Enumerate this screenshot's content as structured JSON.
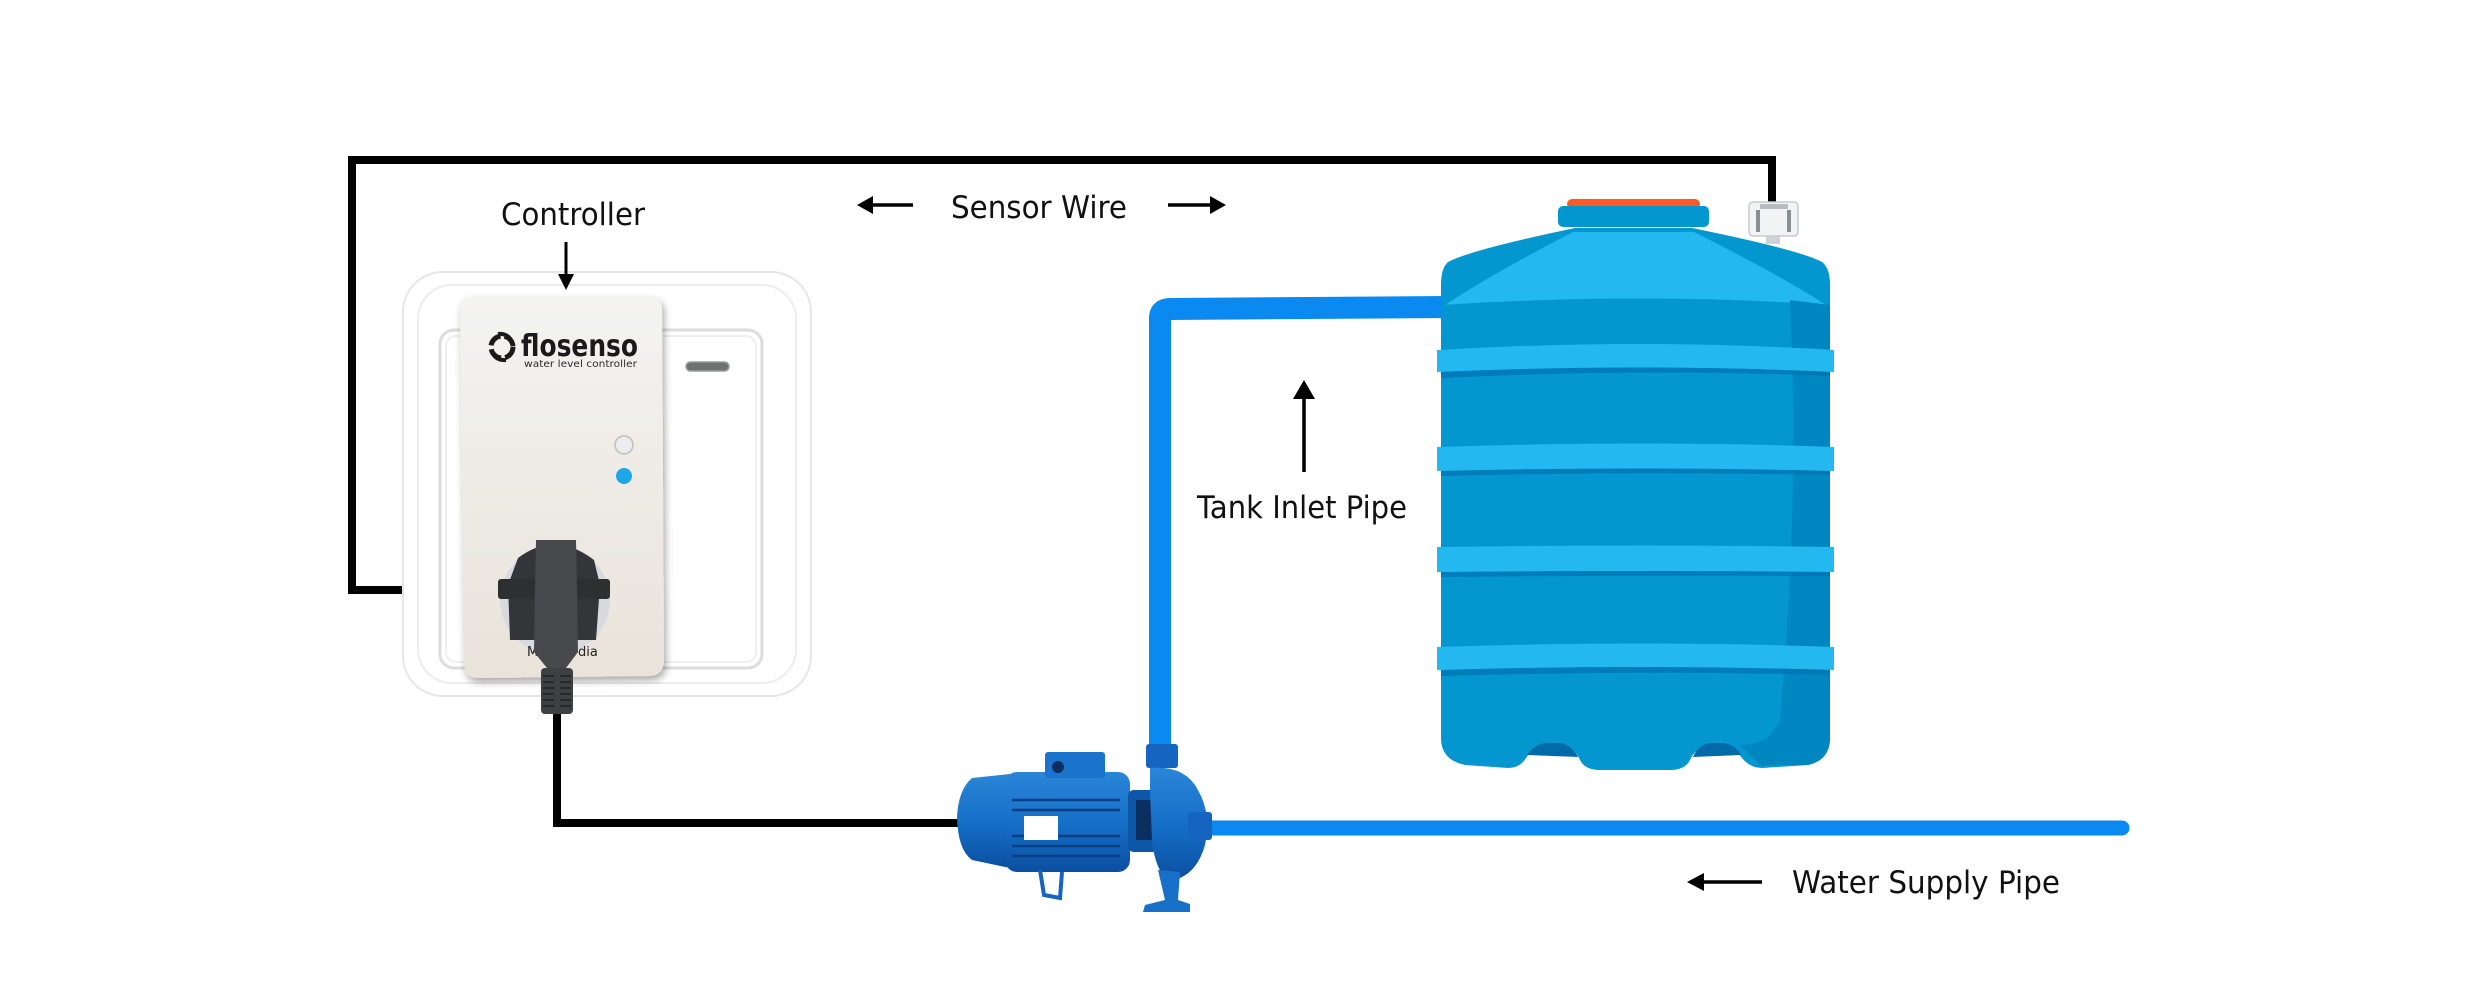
{
  "diagram": {
    "title": "Water level controller installation",
    "labels": {
      "controller": "Controller",
      "sensor_wire": "Sensor Wire",
      "tank_inlet_pipe": "Tank Inlet Pipe",
      "water_supply_pipe": "Water Supply Pipe"
    },
    "controller_device": {
      "brand": "flosenso",
      "tagline": "water level controller",
      "made_in_text": "Made in India",
      "made_in_visible_left": "M",
      "made_in_visible_right": "dia",
      "logo_icon": "flosenso-swirl-logo",
      "leds": [
        {
          "name": "white-button",
          "color": "#e9e9e9"
        },
        {
          "name": "status-led",
          "color": "#1ea6e8"
        }
      ]
    },
    "components": [
      {
        "id": "controller",
        "icon": "controller-plug-device"
      },
      {
        "id": "water-tank",
        "icon": "water-tank"
      },
      {
        "id": "level-sensor",
        "icon": "float-sensor"
      },
      {
        "id": "pump",
        "icon": "centrifugal-pump"
      },
      {
        "id": "wall-switch",
        "icon": "wall-switch-plate"
      }
    ],
    "arrows": {
      "controller": "down",
      "sensor_wire": [
        "left",
        "right"
      ],
      "tank_inlet_pipe": "up",
      "water_supply_pipe": "left"
    },
    "colors": {
      "wire": "#000000",
      "pipe": "#0a8af0",
      "tank_light": "#24b8f0",
      "tank_mid": "#0396cf",
      "tank_dark": "#0086c0",
      "tank_shadow": "#0070b0",
      "tank_lid": "#ff5a1f",
      "pump": "#1670c8",
      "pump_dark": "#0b4fa0",
      "plug": "#3d3f42",
      "controller_body": "#ece9e4",
      "text": "#111111"
    }
  }
}
